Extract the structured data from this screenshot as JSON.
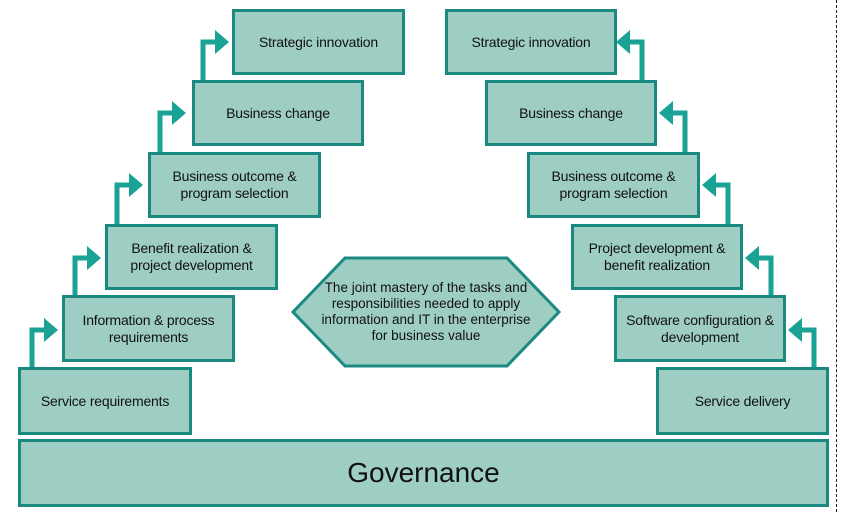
{
  "colors": {
    "fill": "#9ecdc4",
    "border": "#1a8a80",
    "arrow": "#1aa394",
    "text": "#111111"
  },
  "left_steps": [
    "Strategic innovation",
    "Business change",
    "Business outcome & program selection",
    "Benefit realization & project development",
    "Information & process requirements",
    "Service requirements"
  ],
  "right_steps": [
    "Strategic innovation",
    "Business change",
    "Business outcome & program selection",
    "Project development & benefit realization",
    "Software configuration & development",
    "Service delivery"
  ],
  "center_text": "The joint mastery of the tasks and responsibilities needed to apply information and IT in the enterprise for business value",
  "base_label": "Governance",
  "icons": [
    "step-arrow-icon"
  ]
}
